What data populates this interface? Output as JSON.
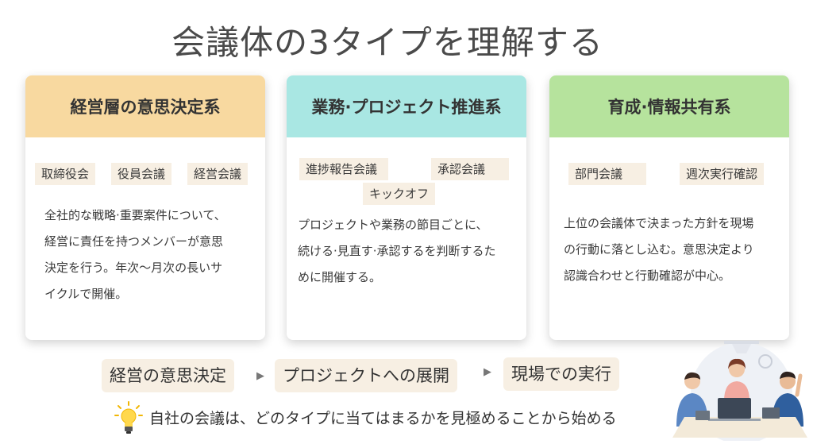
{
  "title": "会議体の3タイプを理解する",
  "cards": [
    {
      "heading": "経営層の意思決定系",
      "tags": [
        "取締役会",
        "役員会議",
        "経営会議"
      ],
      "description_lines": [
        "全社的な戦略·重要案件について、",
        "経営に責任を持つメンバーが意思",
        "決定を行う。年次〜月次の長いサ",
        "イクルで開催。"
      ]
    },
    {
      "heading": "業務·プロジェクト推進系",
      "tags": [
        "進捗報告会議",
        "承認会議",
        "キックオフ"
      ],
      "description_lines": [
        "プロジェクトや業務の節目ごとに、",
        "続ける·見直す·承認するを判断するた",
        "めに開催する。"
      ]
    },
    {
      "heading": "育成·情報共有系",
      "tags": [
        "部門会議",
        "週次実行確認"
      ],
      "description_lines": [
        "上位の会議体で決まった方針を現場",
        "の行動に落とし込む。意思決定より",
        "認識合わせと行動確認が中心。"
      ]
    }
  ],
  "flow": [
    "経営の意思決定",
    "プロジェクトへの展開",
    "現場での実行"
  ],
  "arrow_glyph": "▶",
  "tip": "自社の会議は、どのタイプに当てはまるかを見極めることから始める",
  "colors": {
    "card1_header": "#f8d9a0",
    "card2_header": "#a9e7e3",
    "card3_header": "#b6e39d",
    "tag_bg": "#f7efe3"
  }
}
